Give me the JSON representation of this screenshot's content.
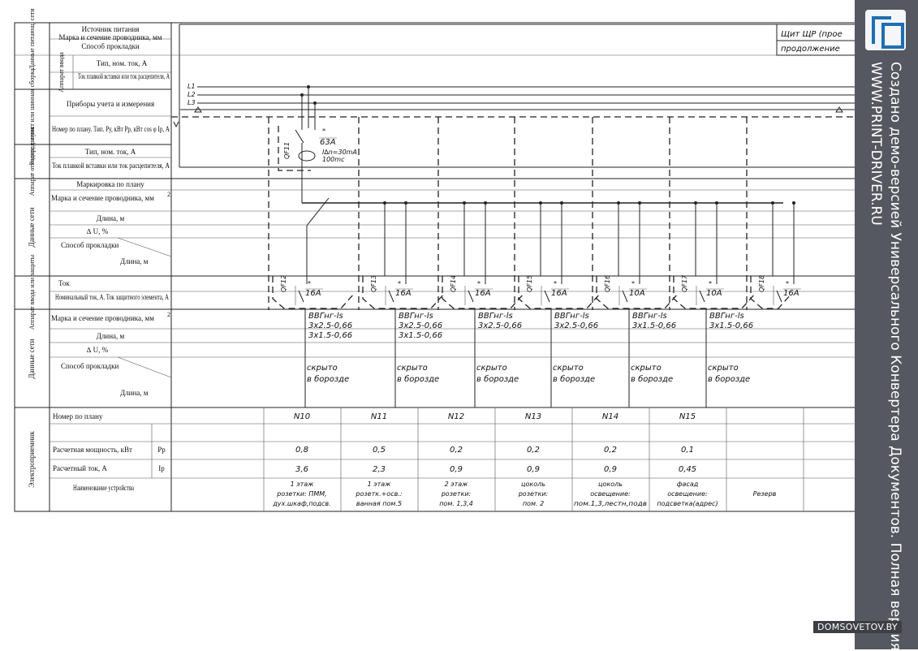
{
  "header_rows": {
    "supply_group": "Данные питающ. сети",
    "supply_source": "Источник питания",
    "supply_cable": "Марка и сечение проводника, мм",
    "supply_method": "Способ прокладки",
    "input_group": "Аппарат ввода",
    "input_type": "Тип, ном. ток, А",
    "input_fuse": "Ток плавкой вставки или ток расцепителя, А",
    "dist_group": "Распред. пункт или шинная сборка",
    "meters": "Приборы учета и измерения",
    "plan_number": "Номер по плану. Тип. Ру, кВт  Рр, кВт  cos φ  Iр, А",
    "outgoing_group": "Аппарат отходящ. линии",
    "out_type": "Тип, ном. ток, А",
    "out_fuse": "Ток плавкой вставки или ток расцепителя, А",
    "network_group": "Данные сети",
    "marking": "Маркировка по плану",
    "net_cable": "Марка и сечение проводника, мм",
    "length": "Длина, м",
    "du": "∆ U, %",
    "method": "Способ прокладки",
    "method_len": "Длина, м",
    "prot_group": "Аппарат ввода или защиты",
    "current": "Ток",
    "nominal": "Номинальный ток, А. Ток защитного элемента, А",
    "net2_group": "Данные сети",
    "net2_cable": "Марка и сечение проводника, мм",
    "net2_length": "Длина, м",
    "net2_du": "∆ U, %",
    "net2_method": "Способ прокладки",
    "net2_len": "Длина, м",
    "consumer_group": "Электроприемник",
    "cons_plan": "Номер по плану",
    "cons_power": "Расчетная мощность, кВт",
    "cons_power_sym": "Рр",
    "cons_current": "Расчетный ток, А",
    "cons_current_sym": "Iр",
    "cons_name": "Наименование устройства",
    "sq": "2"
  },
  "title_box": {
    "title": "Щит ЩР (прое",
    "continuation": "продолжение"
  },
  "bus": {
    "l1": "L1",
    "l2": "L2",
    "l3": "L3"
  },
  "input_breaker": {
    "id": "QF11",
    "star": "*",
    "rating": "63A",
    "idn": "I∆n=30mA",
    "time": "100mc"
  },
  "breakers": [
    {
      "id": "QF12",
      "star": "*",
      "rating": "16A"
    },
    {
      "id": "QF13",
      "star": "*",
      "rating": "16A"
    },
    {
      "id": "QF14",
      "star": "*",
      "rating": "16A"
    },
    {
      "id": "QF15",
      "star": "*",
      "rating": "16A"
    },
    {
      "id": "QF16",
      "star": "*",
      "rating": "10A"
    },
    {
      "id": "QF17",
      "star": "*",
      "rating": "10A"
    },
    {
      "id": "QF18",
      "star": "*",
      "rating": "16A"
    }
  ],
  "circuits": [
    {
      "cable": "ВВГнг-ls",
      "sec1": "3x2.5-0,66",
      "sec2": "3x1.5-0,66",
      "m1": "скрыто",
      "m2": "в борозде",
      "plan": "N10",
      "power": "0,8",
      "current": "3,6",
      "n1": "1 этаж",
      "n2": "розетки: ПММ,",
      "n3": "дух.шкаф,подсв."
    },
    {
      "cable": "ВВГнг-ls",
      "sec1": "3x2.5-0,66",
      "sec2": "3x1.5-0,66",
      "m1": "скрыто",
      "m2": "в борозде",
      "plan": "N11",
      "power": "0,5",
      "current": "2,3",
      "n1": "1 этаж",
      "n2": "розетк.+осв.:",
      "n3": "ванная пом.5"
    },
    {
      "cable": "ВВГнг-ls",
      "sec1": "3x2.5-0,66",
      "sec2": "",
      "m1": "скрыто",
      "m2": "в борозде",
      "plan": "N12",
      "power": "0,2",
      "current": "0,9",
      "n1": "2 этаж",
      "n2": "розетки:",
      "n3": "пом. 1,3,4"
    },
    {
      "cable": "ВВГнг-ls",
      "sec1": "3x2.5-0,66",
      "sec2": "",
      "m1": "скрыто",
      "m2": "в борозде",
      "plan": "N13",
      "power": "0,2",
      "current": "0,9",
      "n1": "цоколь",
      "n2": "розетки:",
      "n3": "пом. 2"
    },
    {
      "cable": "ВВГнг-ls",
      "sec1": "3x1.5-0,66",
      "sec2": "",
      "m1": "скрыто",
      "m2": "в борозде",
      "plan": "N14",
      "power": "0,2",
      "current": "0,9",
      "n1": "цоколь",
      "n2": "освещение:",
      "n3": "пом.1,3,лестн,подв"
    },
    {
      "cable": "ВВГнг-ls",
      "sec1": "3x1.5-0,66",
      "sec2": "",
      "m1": "скрыто",
      "m2": "в борозде",
      "plan": "N15",
      "power": "0,1",
      "current": "0,45",
      "n1": "фасад",
      "n2": "освещение:",
      "n3": "подсветка(адрес)"
    },
    {
      "cable": "",
      "sec1": "",
      "sec2": "",
      "m1": "",
      "m2": "",
      "plan": "",
      "power": "",
      "current": "",
      "n1": "",
      "n2": "Резерв",
      "n3": ""
    }
  ],
  "watermark": {
    "line1": "Создано демо-версией Универсального Конвертера Документов. Полная версия",
    "line2": "WWW.PRINT-DRIVER.RU",
    "site": "DOMSOVETOV.BY"
  },
  "colors": {
    "line": "#222222",
    "sidebar": "#555860",
    "logo_blue": "#1b6fb8"
  }
}
